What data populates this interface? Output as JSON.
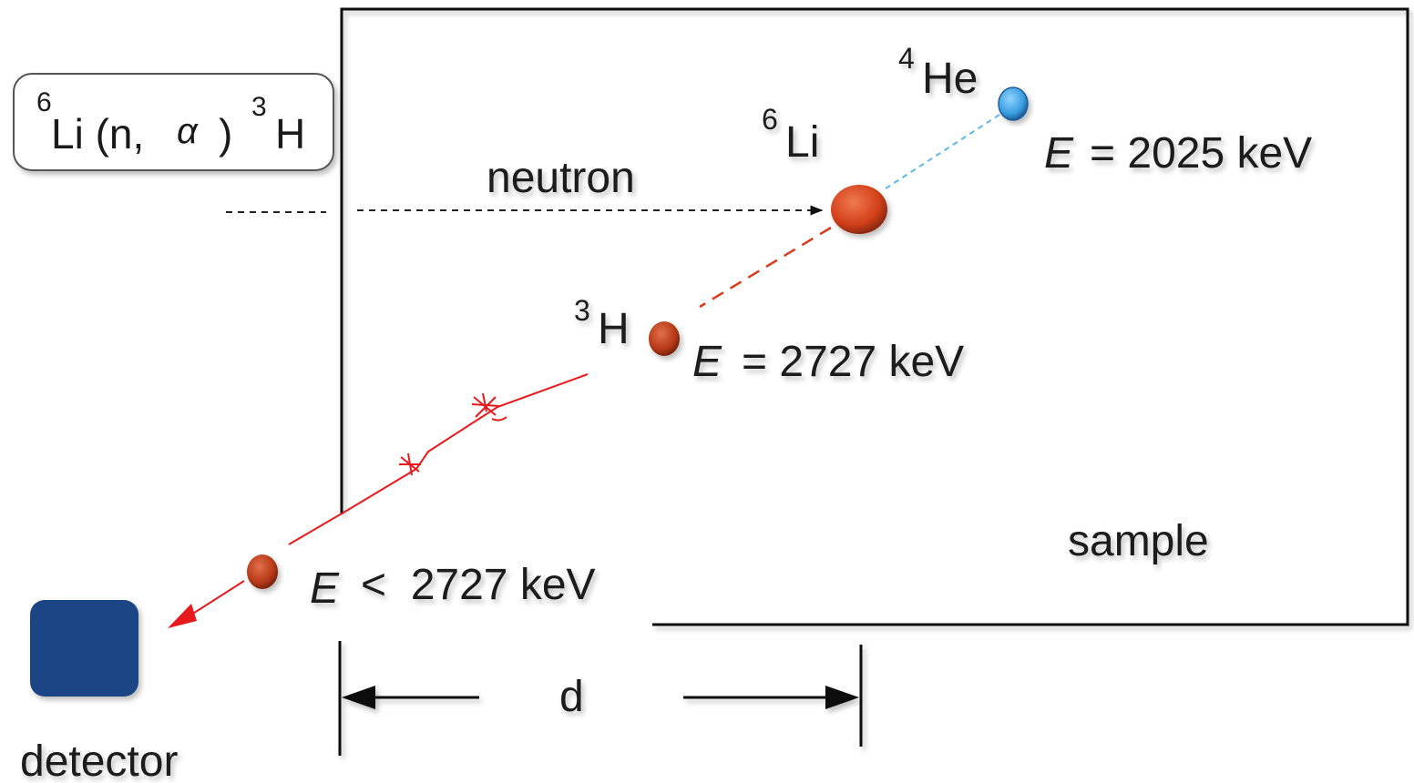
{
  "reaction": {
    "text": "Li (n, α ) H",
    "li_mass": "6",
    "h_mass": "3",
    "body": "Li (n,",
    "alpha": "α",
    "close": ")",
    "h": "H"
  },
  "neutron_label": "neutron",
  "li6": {
    "mass": "6",
    "symbol": "Li"
  },
  "he4": {
    "mass": "4",
    "symbol": "He",
    "energy_var": "E",
    "energy_value": "= 2025 keV"
  },
  "h3": {
    "mass": "3",
    "symbol": "H",
    "energy_var": "E",
    "energy_value": "= 2727 keV"
  },
  "escaped": {
    "energy_var": "E",
    "energy_value": "<  2727 keV"
  },
  "sample_label": "sample",
  "distance_label": "d",
  "detector_label": "detector",
  "colors": {
    "alpha_particle": "#3a9ee0",
    "triton": "#c2411f",
    "li_nucleus": "#d9481f",
    "track": "#e8191c",
    "detector": "#1c4585",
    "frame": "#111111"
  }
}
